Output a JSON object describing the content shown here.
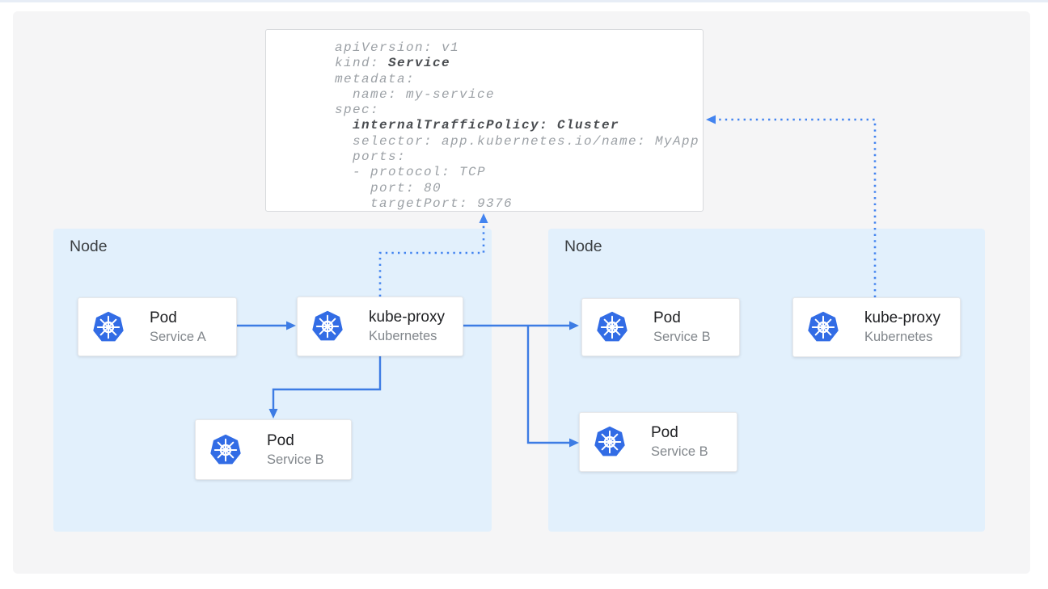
{
  "colors": {
    "canvas_bg": "#f5f5f6",
    "node_bg": "#e2f0fc",
    "arrow_blue": "#3d7ce4",
    "dotted_blue": "#4384f0",
    "k8s_blue": "#326ce5",
    "top_strip": "#e7edf6"
  },
  "yaml": {
    "lines": [
      [
        {
          "t": "apiVersion: v1",
          "b": false
        }
      ],
      [
        {
          "t": "kind: ",
          "b": false
        },
        {
          "t": "Service",
          "b": true
        }
      ],
      [
        {
          "t": "metadata:",
          "b": false
        }
      ],
      [
        {
          "t": "  name: my-service",
          "b": false
        }
      ],
      [
        {
          "t": "spec:",
          "b": false
        }
      ],
      [
        {
          "t": "  ",
          "b": false
        },
        {
          "t": "internalTrafficPolicy: Cluster",
          "b": true
        }
      ],
      [
        {
          "t": "  selector: app.kubernetes.io/name: MyApp",
          "b": false
        }
      ],
      [
        {
          "t": "  ports:",
          "b": false
        }
      ],
      [
        {
          "t": "  - protocol: TCP",
          "b": false
        }
      ],
      [
        {
          "t": "    port: 80",
          "b": false
        }
      ],
      [
        {
          "t": "    targetPort: 9376",
          "b": false
        }
      ]
    ]
  },
  "nodes": [
    {
      "label": "Node"
    },
    {
      "label": "Node"
    }
  ],
  "cards": [
    {
      "title": "Pod",
      "subtitle": "Service A"
    },
    {
      "title": "kube-proxy",
      "subtitle": "Kubernetes"
    },
    {
      "title": "Pod",
      "subtitle": "Service B"
    },
    {
      "title": "Pod",
      "subtitle": "Service B"
    },
    {
      "title": "Pod",
      "subtitle": "Service B"
    },
    {
      "title": "kube-proxy",
      "subtitle": "Kubernetes"
    }
  ]
}
